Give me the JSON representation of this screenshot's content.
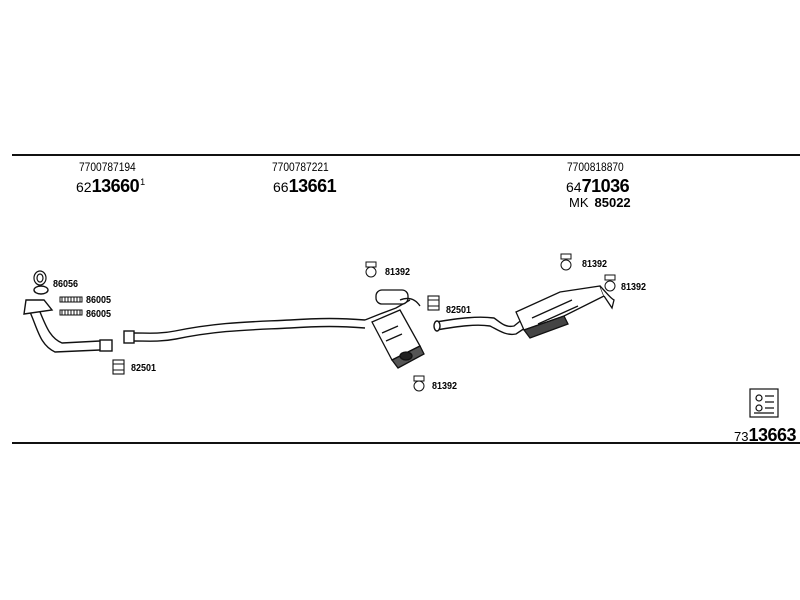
{
  "parts": {
    "front": {
      "oe": "7700787194",
      "prefix": "62",
      "number": "13660",
      "sup": "1"
    },
    "middle": {
      "oe": "7700787221",
      "prefix": "66",
      "number": "13661"
    },
    "rear": {
      "oe": "7700818870",
      "prefix": "64",
      "number": "71036",
      "mk_prefix": "MK",
      "mk_number": "85022"
    }
  },
  "callouts": {
    "c86056": "86056",
    "c86005a": "86005",
    "c86005b": "86005",
    "c82501a": "82501",
    "c81392a": "81392",
    "c82501b": "82501",
    "c81392b": "81392",
    "c81392c": "81392",
    "c81392d": "81392"
  },
  "footer": {
    "prefix": "73",
    "number": "13663"
  },
  "icons": [
    "gasket-icon",
    "spring-bolt-icon",
    "clamp-icon",
    "rubber-hanger-icon",
    "instruction-sheet-icon"
  ]
}
